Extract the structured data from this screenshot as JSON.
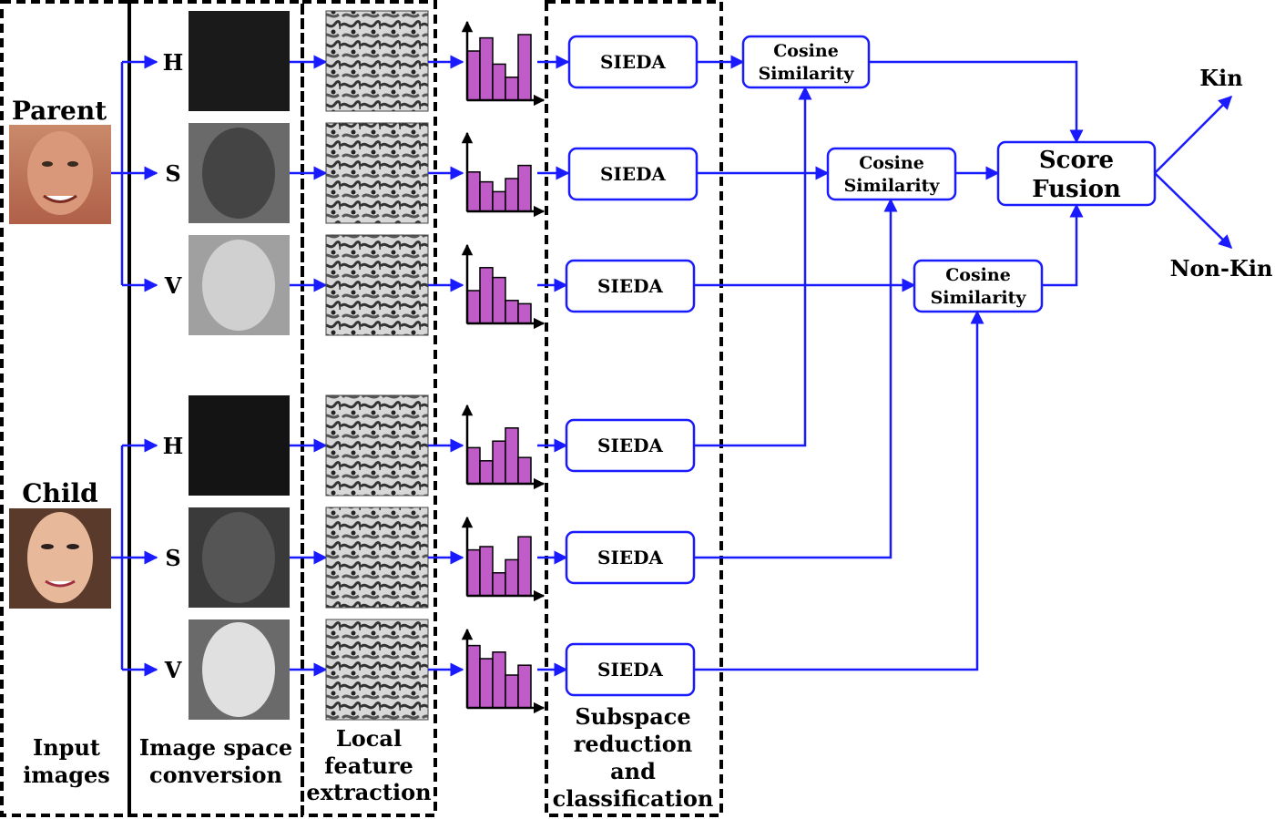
{
  "faces": {
    "parent_label": "Parent",
    "child_label": "Child"
  },
  "channels": [
    "H",
    "S",
    "V"
  ],
  "stages": {
    "input": [
      "Input",
      "images"
    ],
    "conversion": [
      "Image space",
      "conversion"
    ],
    "local": [
      "Local",
      "feature",
      "extraction"
    ],
    "subspace": [
      "Subspace",
      "reduction",
      "and",
      "classification"
    ]
  },
  "sieda_label": "SIEDA",
  "cosine": [
    "Cosine",
    "Similarity"
  ],
  "fusion": [
    "Score",
    "Fusion"
  ],
  "outputs": {
    "kin": "Kin",
    "nonkin": "Non-Kin",
    "kin_color": "#2e8b2e",
    "nonkin_color": "#ff1a1a"
  },
  "colors": {
    "arrow": "#1a1aff",
    "histogram_bar": "#bf5cc8"
  }
}
